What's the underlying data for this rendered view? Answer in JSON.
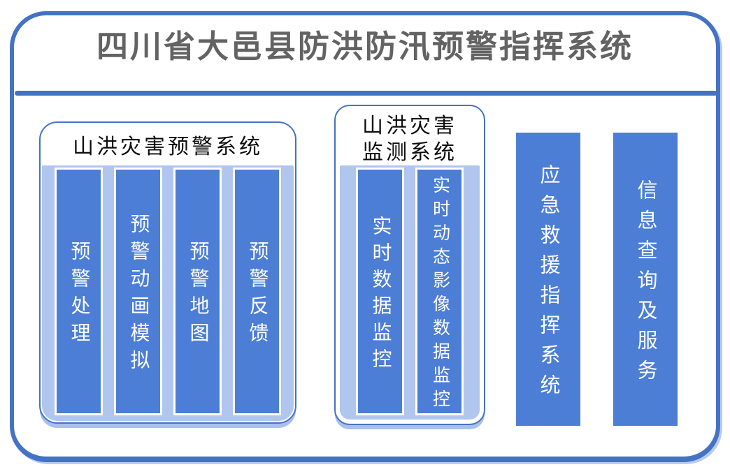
{
  "title": "四川省大邑县防洪防汛预警指挥系统",
  "groups": [
    {
      "heading": "山洪灾害预警系统",
      "bars": [
        "预警处理",
        "预警动画模拟",
        "预警地图",
        "预警反馈"
      ]
    },
    {
      "heading": "山洪灾害监测系统",
      "bars": [
        "实时数据监控",
        "实时动态影像数据监控"
      ]
    }
  ],
  "standalone_bars": [
    "应急救援指挥系统",
    "信息查询及服务"
  ],
  "colors": {
    "frame_blue": "#4472c4",
    "bar_blue": "#4c7ed6",
    "panel_light_blue": "#b1c6ee",
    "shadow_light_blue": "#a8c0ee",
    "title_gray": "#636363",
    "heading_black": "#0d0d0d",
    "bar_text_white": "#ffffff"
  }
}
